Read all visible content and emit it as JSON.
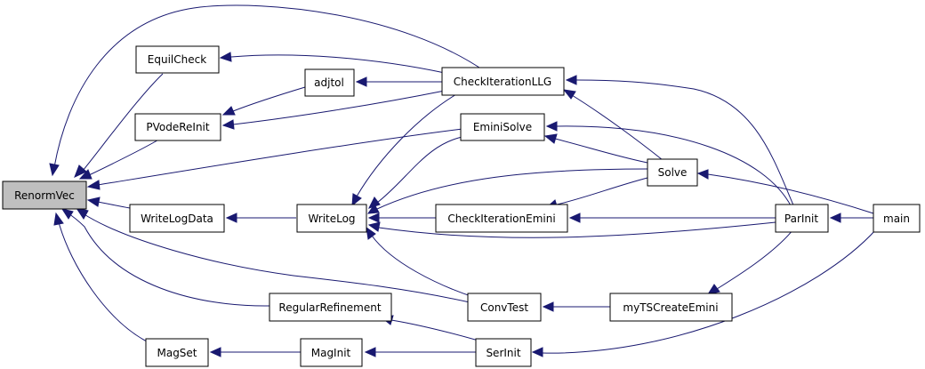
{
  "diagram": {
    "nodes": {
      "renormvec": "RenormVec",
      "equilcheck": "EquilCheck",
      "pvodereinit": "PVodeReInit",
      "adjtol": "adjtol",
      "checkiterationllg": "CheckIterationLLG",
      "eminisolve": "EminiSolve",
      "solve": "Solve",
      "writelogdata": "WriteLogData",
      "writelog": "WriteLog",
      "checkiterationemini": "CheckIterationEmini",
      "parinit": "ParInit",
      "main": "main",
      "regularrefinement": "RegularRefinement",
      "convtest": "ConvTest",
      "mytscreateemini": "myTSCreateEmini",
      "magset": "MagSet",
      "maginit": "MagInit",
      "serinit": "SerInit"
    },
    "edges": [
      {
        "from": "equilcheck",
        "to": "renormvec"
      },
      {
        "from": "pvodereinit",
        "to": "renormvec"
      },
      {
        "from": "checkiterationllg",
        "to": "renormvec"
      },
      {
        "from": "eminisolve",
        "to": "renormvec"
      },
      {
        "from": "writelogdata",
        "to": "renormvec"
      },
      {
        "from": "convtest",
        "to": "renormvec"
      },
      {
        "from": "regularrefinement",
        "to": "renormvec"
      },
      {
        "from": "magset",
        "to": "renormvec"
      },
      {
        "from": "checkiterationllg",
        "to": "equilcheck"
      },
      {
        "from": "adjtol",
        "to": "pvodereinit"
      },
      {
        "from": "checkiterationllg",
        "to": "pvodereinit"
      },
      {
        "from": "checkiterationllg",
        "to": "adjtol"
      },
      {
        "from": "writelog",
        "to": "writelogdata"
      },
      {
        "from": "checkiterationllg",
        "to": "writelog"
      },
      {
        "from": "eminisolve",
        "to": "writelog"
      },
      {
        "from": "solve",
        "to": "writelog"
      },
      {
        "from": "checkiterationemini",
        "to": "writelog"
      },
      {
        "from": "parinit",
        "to": "writelog"
      },
      {
        "from": "convtest",
        "to": "writelog"
      },
      {
        "from": "solve",
        "to": "checkiterationllg"
      },
      {
        "from": "parinit",
        "to": "checkiterationllg"
      },
      {
        "from": "solve",
        "to": "eminisolve"
      },
      {
        "from": "parinit",
        "to": "eminisolve"
      },
      {
        "from": "solve",
        "to": "checkiterationemini"
      },
      {
        "from": "parinit",
        "to": "checkiterationemini"
      },
      {
        "from": "main",
        "to": "solve"
      },
      {
        "from": "main",
        "to": "parinit"
      },
      {
        "from": "mytscreateemini",
        "to": "convtest"
      },
      {
        "from": "parinit",
        "to": "mytscreateemini"
      },
      {
        "from": "serinit",
        "to": "regularrefinement"
      },
      {
        "from": "maginit",
        "to": "magset"
      },
      {
        "from": "serinit",
        "to": "maginit"
      },
      {
        "from": "main",
        "to": "serinit"
      }
    ]
  }
}
